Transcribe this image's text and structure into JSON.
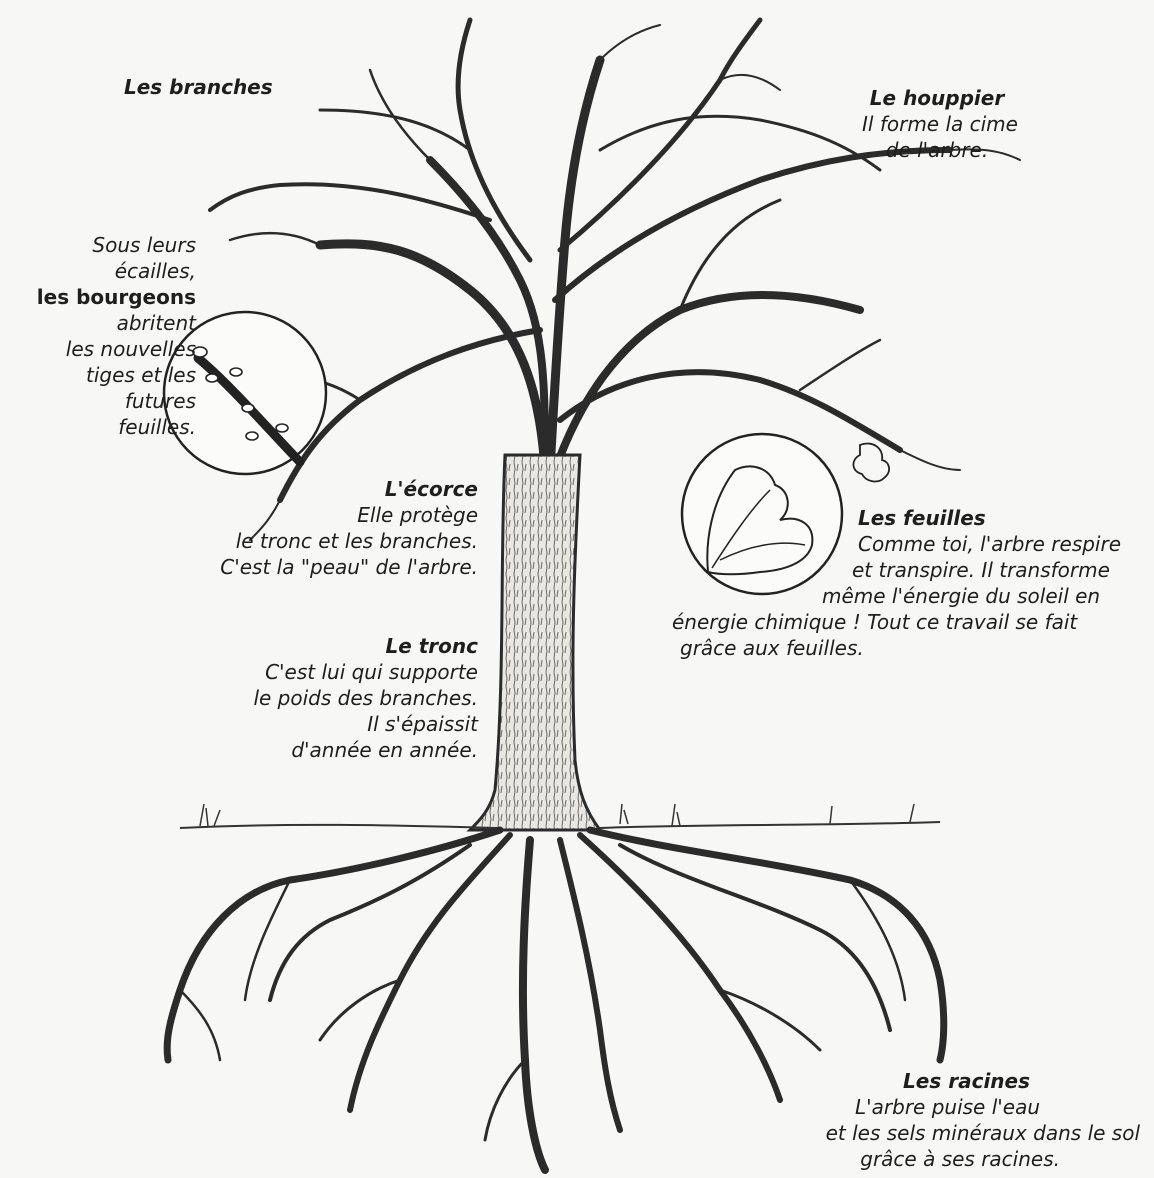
{
  "labels": {
    "branches": {
      "title": "Les branches"
    },
    "houppier": {
      "title": "Le houppier",
      "lines": [
        "Il forme la cime",
        "de l'arbre."
      ]
    },
    "bourgeons": {
      "pre_lines": [
        "Sous leurs",
        "écailles,"
      ],
      "title": "les bourgeons",
      "lines": [
        "abritent",
        "les nouvelles",
        "tiges et les",
        "futures",
        "feuilles."
      ]
    },
    "ecorce": {
      "title": "L'écorce",
      "lines": [
        "Elle protège",
        "le tronc et les branches.",
        "C'est la \"peau\" de l'arbre."
      ]
    },
    "feuilles": {
      "title": "Les feuilles",
      "lines": [
        "Comme toi, l'arbre respire",
        "et transpire. Il transforme",
        "même l'énergie du soleil en",
        "énergie chimique ! Tout ce travail se fait",
        "grâce aux feuilles."
      ]
    },
    "tronc": {
      "title": "Le tronc",
      "lines": [
        "C'est lui qui supporte",
        "le poids des branches.",
        "Il s'épaissit",
        "d'année en année."
      ]
    },
    "racines": {
      "title": "Les racines",
      "lines": [
        "L'arbre puise l'eau",
        "et les sels minéraux dans le sol",
        "grâce à ses racines."
      ]
    }
  }
}
